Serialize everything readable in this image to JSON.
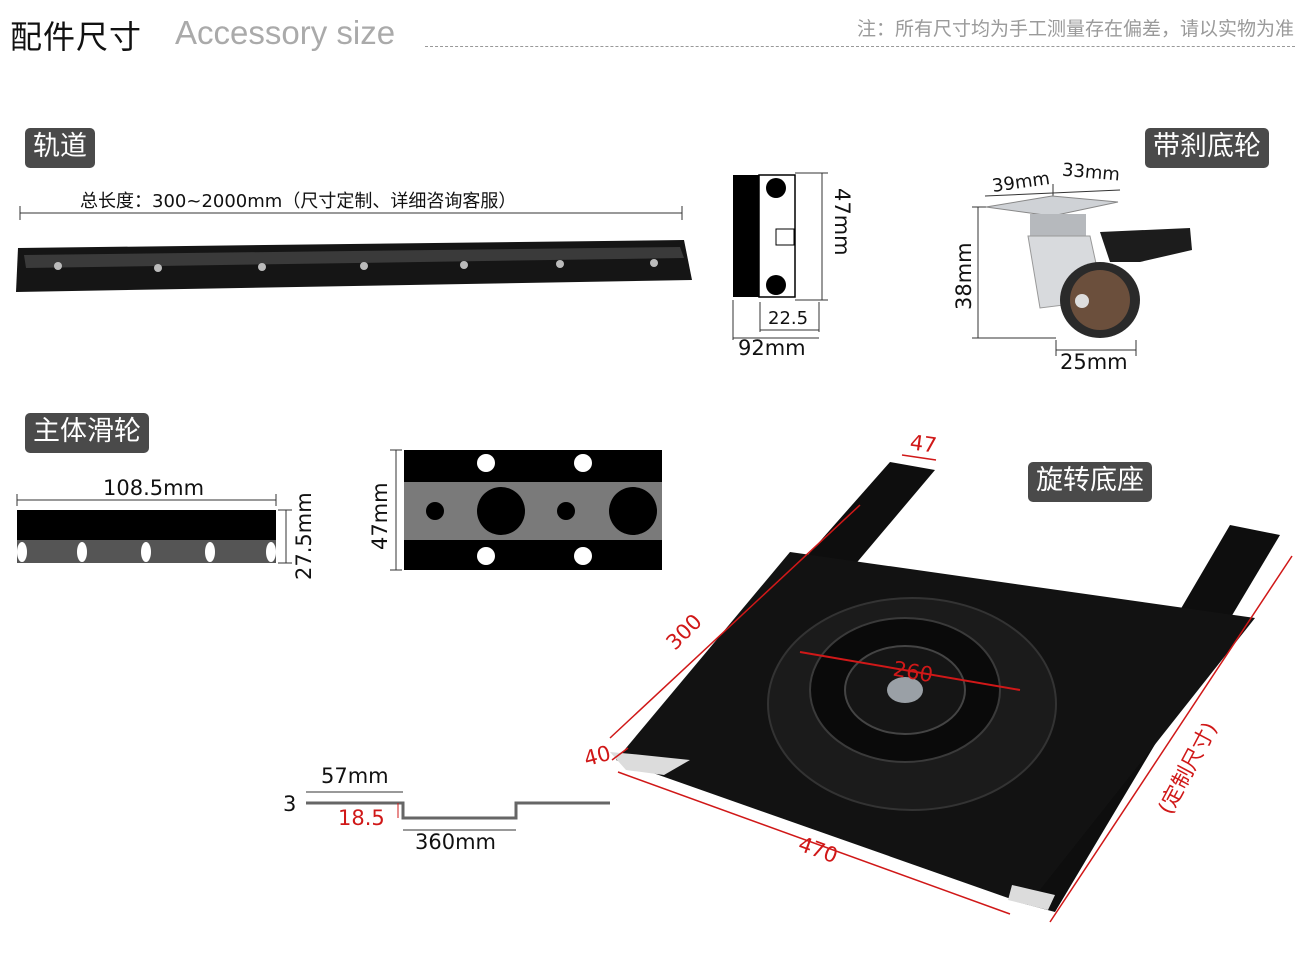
{
  "header": {
    "title_cn": "配件尺寸",
    "title_en": "Accessory size",
    "note": "注：所有尺寸均为手工测量存在偏差，请以实物为准"
  },
  "rail": {
    "badge": "轨道",
    "length_label": "总长度：300~2000mm（尺寸定制、详细咨询客服）"
  },
  "rail_profile": {
    "height": "47mm",
    "inner_width": "22.5",
    "total_width": "92mm"
  },
  "caster": {
    "badge": "带刹底轮",
    "plate_left": "39mm",
    "plate_right": "33mm",
    "height": "38mm",
    "wheel_width": "25mm"
  },
  "pulley": {
    "badge": "主体滑轮",
    "length": "108.5mm",
    "height": "27.5mm"
  },
  "pulley_plate": {
    "height": "47mm"
  },
  "base": {
    "badge": "旋转底座",
    "dim_47": "47",
    "dim_300": "300",
    "dim_260": "260",
    "dim_40": "40",
    "dim_470": "470",
    "dim_custom": "(定制尺寸)"
  },
  "profile_section": {
    "dim_57": "57mm",
    "dim_3": "3",
    "dim_18_5": "18.5",
    "dim_360": "360mm"
  },
  "colors": {
    "badge_bg": "#4a4a4a",
    "dimension_red": "#d01818",
    "metal_black": "#111111"
  }
}
